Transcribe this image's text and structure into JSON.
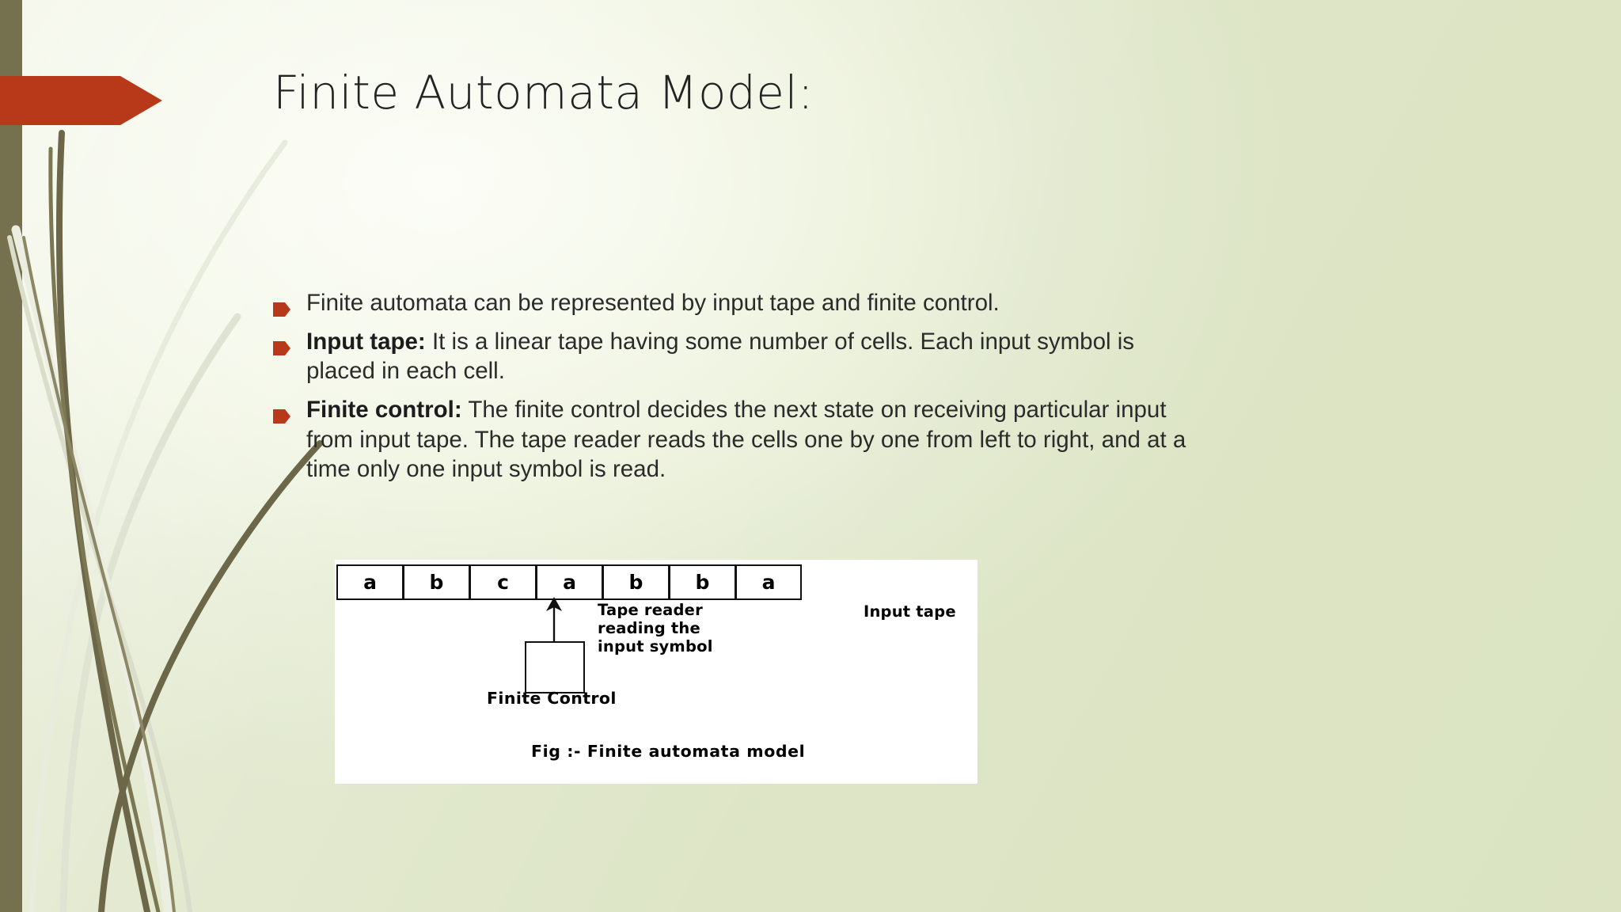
{
  "slide": {
    "title": "Finite Automata Model:",
    "theme": {
      "accent_red": "#b8381a",
      "stripe_olive": "#75714f",
      "background_light": "#f7faf0",
      "background_green": "#dde5c6",
      "text_color": "#2b2b2b"
    }
  },
  "bullets": [
    {
      "marker": "arrow-bullet-icon",
      "bold": "",
      "text": "Finite automata can be represented by input tape and finite control."
    },
    {
      "marker": "arrow-bullet-icon",
      "bold": "Input tape:",
      "text": " It is a linear tape having some number of cells. Each input symbol is placed in each cell."
    },
    {
      "marker": "arrow-bullet-icon",
      "bold": "Finite control:",
      "text": " The finite control decides the next state on receiving particular input from input tape. The tape reader reads the cells one by one from left to right, and at a time only one input symbol is read."
    }
  ],
  "figure": {
    "tape_cells": [
      "a",
      "b",
      "c",
      "a",
      "b",
      "b",
      "a"
    ],
    "input_tape_label": "Input tape",
    "reader_label_line1": "Tape reader",
    "reader_label_line2": "reading the",
    "reader_label_line3": "input symbol",
    "control_label": "Finite Control",
    "caption": "Fig :- Finite automata model"
  }
}
